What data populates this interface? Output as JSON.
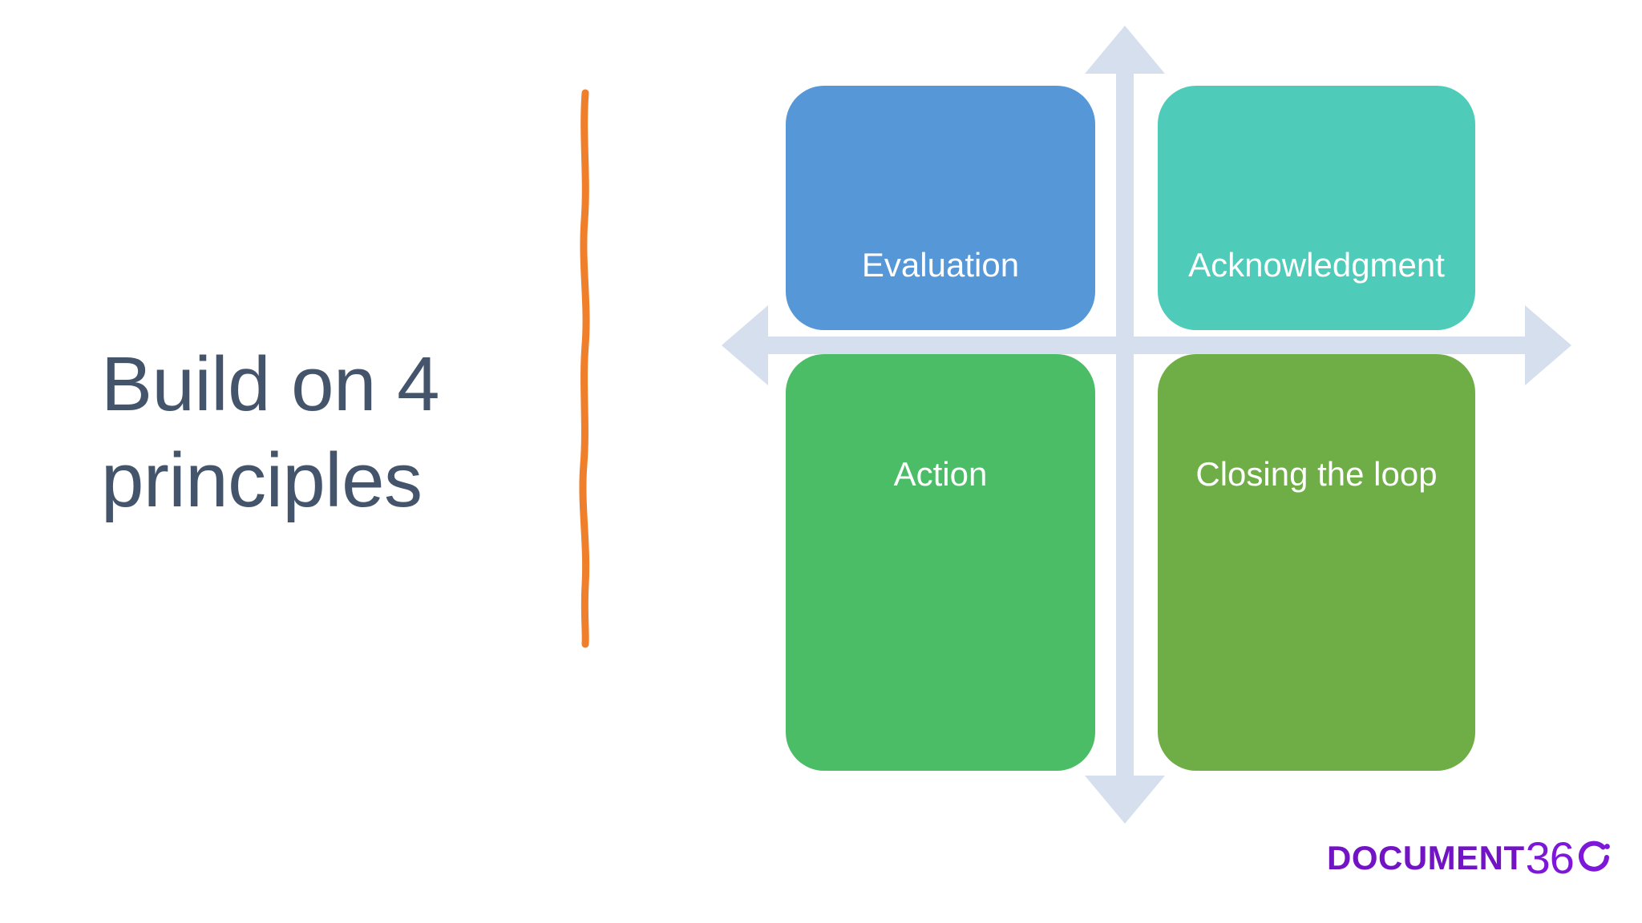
{
  "slide": {
    "background_color": "#ffffff",
    "title": "Build on 4\nprinciples",
    "title_color": "#44546a"
  },
  "divider": {
    "name": "orange-hand-drawn-vertical-line",
    "color": "#ef7f2a"
  },
  "diagram": {
    "type": "2x2-quadrant-matrix",
    "axis_color": "#d6dfee",
    "axis_icons": {
      "up": "arrow-up-icon",
      "down": "arrow-down-icon",
      "left": "arrow-left-icon",
      "right": "arrow-right-icon"
    },
    "quadrants": [
      {
        "id": "top-left",
        "label": "Evaluation",
        "color": "#5697d8",
        "text_color": "#ffffff"
      },
      {
        "id": "top-right",
        "label": "Acknowledgment",
        "color": "#4fcbba",
        "text_color": "#ffffff"
      },
      {
        "id": "bottom-left",
        "label": "Action",
        "color": "#4cbd67",
        "text_color": "#ffffff"
      },
      {
        "id": "bottom-right",
        "label": "Closing the loop",
        "color": "#6fae47",
        "text_color": "#ffffff"
      }
    ]
  },
  "logo": {
    "wordmark": "DOCUMENT",
    "numerals": "36",
    "color": "#7214c4",
    "numerals_color": "#7d18d9"
  }
}
